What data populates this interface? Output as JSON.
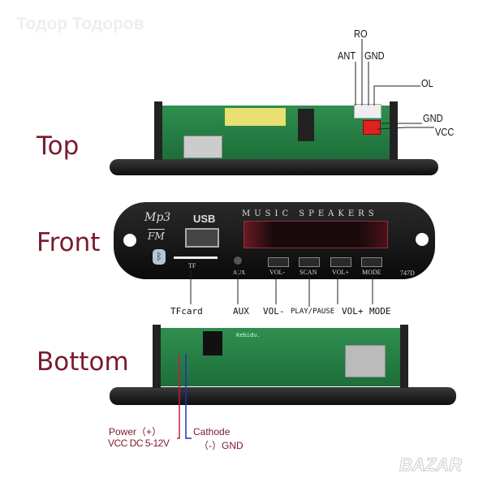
{
  "watermark_top": "Тодор Тодоров",
  "watermark_bottom": "BAZAR",
  "sections": {
    "top": "Top",
    "front": "Front",
    "bottom": "Bottom"
  },
  "top_pins": {
    "ro": "RO",
    "ant": "ANT",
    "gnd1": "GND",
    "ol": "OL",
    "gnd2": "GND",
    "vcc": "VCC"
  },
  "panel": {
    "logo_mp3": "Mp3",
    "logo_fm": "FM",
    "usb": "USB",
    "title": "MUSIC SPEAKERS",
    "tf": "TF",
    "aux": "AUX",
    "buttons": [
      "VOL-",
      "SCAN",
      "VOL+",
      "MODE"
    ],
    "model": "747D"
  },
  "front_callouts": {
    "tfcard": "TFcard",
    "aux": "AUX",
    "vol_minus": "VOL-",
    "play_pause": "PLAY/PAUSE",
    "vol_plus": "VOL+",
    "mode": "MODE"
  },
  "bottom": {
    "pcb_brand": "Kebidu.",
    "power_line1": "Power（+）",
    "power_line2": "VCC DC 5-12V",
    "cathode_line1": "Cathode",
    "cathode_line2": "（-）GND"
  },
  "colors": {
    "section": "#7a1a2e",
    "power_wire": "#c0203a",
    "ground_wire": "#2030c0"
  }
}
